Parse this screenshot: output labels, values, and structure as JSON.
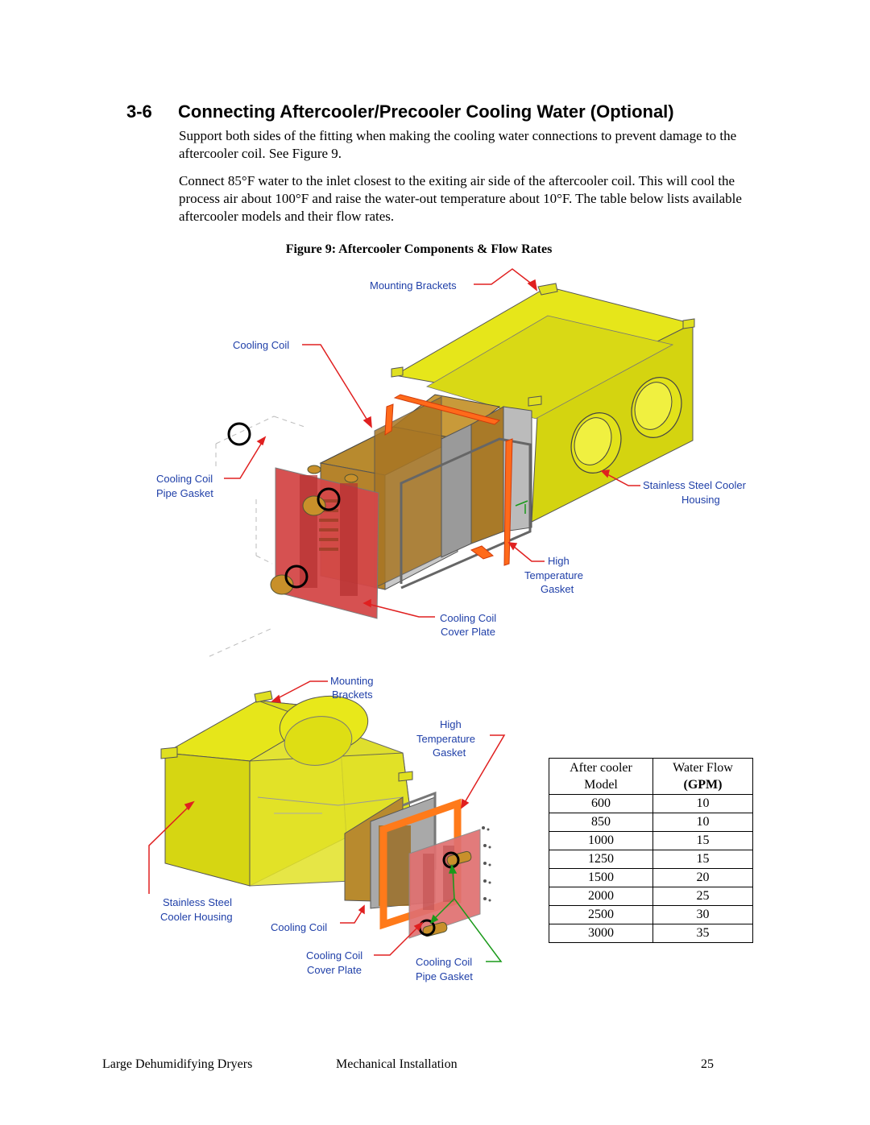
{
  "heading": {
    "number": "3-6",
    "title": "Connecting Aftercooler/Precooler Cooling Water (Optional)"
  },
  "paragraphs": [
    "Support both sides of the fitting when making the cooling water connections to prevent damage to the aftercooler coil. See Figure 9.",
    "Connect 85°F water to the inlet closest to the exiting air side of the aftercooler coil. This will cool the process air about 100°F and raise the water-out temperature about 10°F.  The table below lists available aftercooler models and their flow rates."
  ],
  "figure": {
    "caption": "Figure 9: Aftercooler Components & Flow Rates",
    "top_labels": {
      "mounting_brackets": "Mounting Brackets",
      "cooling_coil": "Cooling Coil",
      "pipe_gasket": [
        "Cooling Coil",
        "Pipe Gasket"
      ],
      "housing": [
        "Stainless Steel Cooler",
        "Housing"
      ],
      "high_temp_gasket": [
        "High",
        "Temperature",
        "Gasket"
      ],
      "cover_plate": [
        "Cooling Coil",
        "Cover Plate"
      ]
    },
    "bottom_labels": {
      "mounting_brackets": [
        "Mounting",
        "Brackets"
      ],
      "high_temp_gasket": [
        "High",
        "Temperature",
        "Gasket"
      ],
      "housing": [
        "Stainless Steel",
        "Cooler Housing"
      ],
      "cooling_coil": "Cooling Coil",
      "cover_plate": [
        "Cooling Coil",
        "Cover Plate"
      ],
      "pipe_gasket": [
        "Cooling Coil",
        "Pipe Gasket"
      ]
    }
  },
  "table": {
    "header": {
      "col1_line1": "After cooler",
      "col1_line2": "Model",
      "col2_line1": "Water Flow",
      "col2_line2": "(GPM)"
    },
    "rows": [
      {
        "model": "600",
        "gpm": "10"
      },
      {
        "model": "850",
        "gpm": "10"
      },
      {
        "model": "1000",
        "gpm": "15"
      },
      {
        "model": "1250",
        "gpm": "15"
      },
      {
        "model": "1500",
        "gpm": "20"
      },
      {
        "model": "2000",
        "gpm": "25"
      },
      {
        "model": "2500",
        "gpm": "30"
      },
      {
        "model": "3000",
        "gpm": "35"
      }
    ]
  },
  "footer": {
    "left": "Large Dehumidifying Dryers",
    "center": "Mechanical Installation",
    "page": "25"
  },
  "colors": {
    "housing_yellow": "#e8e81a",
    "coil_brown": "#b8862e",
    "plate_red": "#d94a4a",
    "gasket_orange": "#ff7a1a",
    "leader_red": "#e02020",
    "label_blue": "#1f3fa8",
    "leader_green": "#1a9a1a"
  }
}
